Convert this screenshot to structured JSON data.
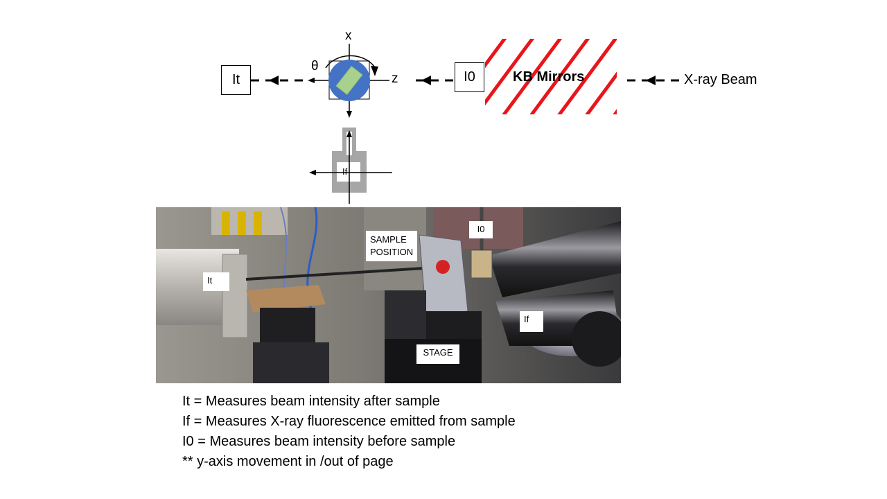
{
  "diagram": {
    "labels": {
      "it": "It",
      "i0": "I0",
      "kb_mirrors": "KB Mirrors",
      "xray_beam": "X-ray Beam",
      "axis_x": "x",
      "axis_z": "z",
      "theta": "θ",
      "if_detector": "If"
    },
    "colors": {
      "kb_stripes": "#e8151b",
      "sample_disc": "#4472c4",
      "sample_crystal": "#a9d18e",
      "detector_frame": "#a6a6a6"
    }
  },
  "photo": {
    "tags": {
      "sample_position": "SAMPLE\nPOSITION",
      "i0": "I0",
      "it": "It",
      "if": "If",
      "stage": "STAGE"
    }
  },
  "legend": {
    "lines": [
      "It = Measures beam intensity after sample",
      "If = Measures X-ray fluorescence emitted from sample",
      "I0 = Measures beam intensity before sample",
      "** y-axis movement in /out of page"
    ]
  }
}
